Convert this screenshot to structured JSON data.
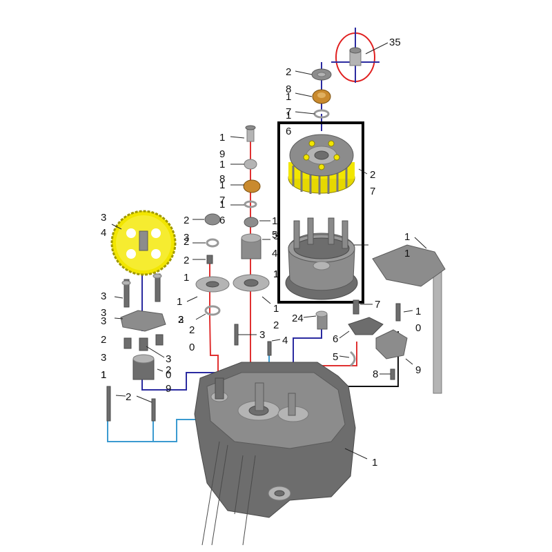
{
  "colors": {
    "yellow_part": "#f2e600",
    "bronze_part": "#c98a2e",
    "gray_dark": "#6d6d6d",
    "gray_mid": "#8c8c8c",
    "gray_light": "#b4b4b4",
    "route_red": "#e03030",
    "route_blue": "#2a2aa0",
    "route_cyan": "#3a9ad0",
    "route_black": "#111111",
    "highlight_box": "#000000",
    "highlight_circle": "#e02020"
  },
  "labels": [
    {
      "id": "l35",
      "text": "35"
    },
    {
      "id": "l2a",
      "text": "2"
    },
    {
      "id": "l8a",
      "text": "8"
    },
    {
      "id": "l1a",
      "text": "1"
    },
    {
      "id": "l7a",
      "text": "7"
    },
    {
      "id": "l1b",
      "text": "1"
    },
    {
      "id": "l6a",
      "text": "6"
    },
    {
      "id": "l2b",
      "text": "2"
    },
    {
      "id": "l7b",
      "text": "7"
    },
    {
      "id": "l1c",
      "text": "1"
    },
    {
      "id": "l9a",
      "text": "9"
    },
    {
      "id": "l1d",
      "text": "1"
    },
    {
      "id": "l8b",
      "text": "8"
    },
    {
      "id": "l1e",
      "text": "1"
    },
    {
      "id": "l7c",
      "text": "7"
    },
    {
      "id": "l1f",
      "text": "1"
    },
    {
      "id": "l2c",
      "text": "2"
    },
    {
      "id": "l6b",
      "text": "6"
    },
    {
      "id": "l2d",
      "text": "2"
    },
    {
      "id": "l2e",
      "text": "2"
    },
    {
      "id": "l1g",
      "text": "1"
    },
    {
      "id": "l5a",
      "text": "5"
    },
    {
      "id": "l4a",
      "text": "4"
    },
    {
      "id": "l3a",
      "text": "3"
    },
    {
      "id": "l4b",
      "text": "4"
    },
    {
      "id": "l3b",
      "text": "3"
    },
    {
      "id": "l3c",
      "text": "3"
    },
    {
      "id": "l1h",
      "text": "1"
    },
    {
      "id": "l1i",
      "text": "1"
    },
    {
      "id": "l1j",
      "text": "1"
    },
    {
      "id": "l1k",
      "text": "1"
    },
    {
      "id": "l1l",
      "text": "1"
    },
    {
      "id": "l3d",
      "text": "3"
    },
    {
      "id": "l3e",
      "text": "3"
    },
    {
      "id": "l2f",
      "text": "2"
    },
    {
      "id": "l0a",
      "text": "0"
    },
    {
      "id": "l2g",
      "text": "2"
    },
    {
      "id": "l3f",
      "text": "3"
    },
    {
      "id": "l3g",
      "text": "3"
    },
    {
      "id": "l2h",
      "text": "2"
    },
    {
      "id": "l3h",
      "text": "3"
    },
    {
      "id": "l3i",
      "text": "3"
    },
    {
      "id": "l2i",
      "text": "2"
    },
    {
      "id": "l0b",
      "text": "0"
    },
    {
      "id": "l1m",
      "text": "1"
    },
    {
      "id": "l9b",
      "text": "9"
    },
    {
      "id": "l2j",
      "text": "2"
    },
    {
      "id": "l24",
      "text": "24"
    },
    {
      "id": "l7d",
      "text": "7"
    },
    {
      "id": "l1n",
      "text": "1"
    },
    {
      "id": "l0c",
      "text": "0"
    },
    {
      "id": "l2k",
      "text": "2"
    },
    {
      "id": "l3j",
      "text": "3"
    },
    {
      "id": "l4c",
      "text": "4"
    },
    {
      "id": "l6c",
      "text": "6"
    },
    {
      "id": "l5b",
      "text": "5"
    },
    {
      "id": "l8c",
      "text": "8"
    },
    {
      "id": "l9c",
      "text": "9"
    },
    {
      "id": "l1o",
      "text": "1"
    },
    {
      "id": "l1p",
      "text": "1"
    },
    {
      "id": "l1q",
      "text": "1"
    },
    {
      "id": "l1r",
      "text": "1"
    }
  ]
}
